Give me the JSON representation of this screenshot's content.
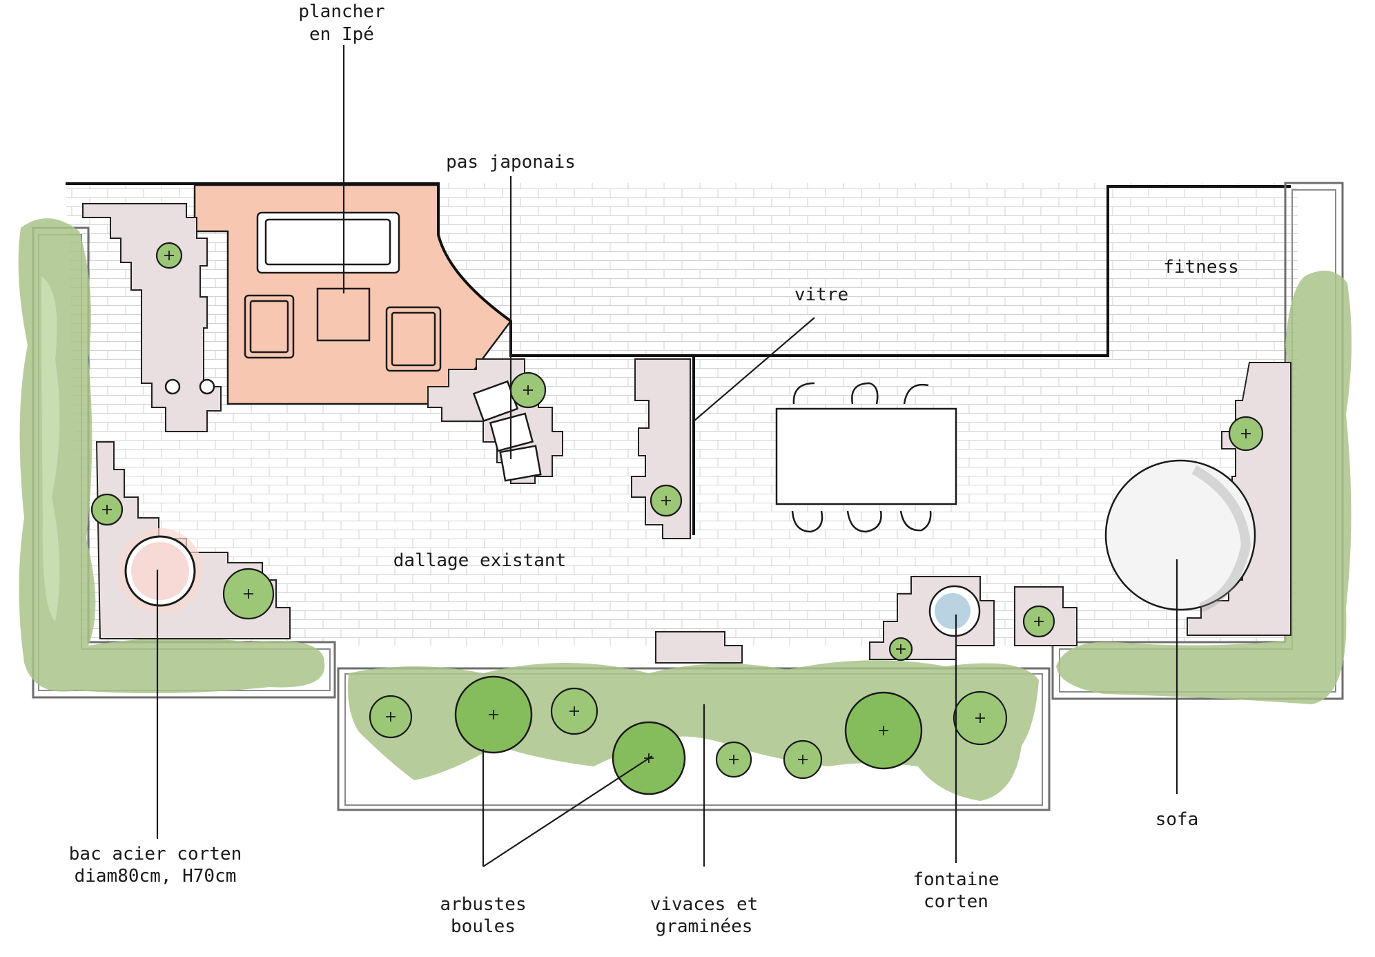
{
  "labels": {
    "plancher": "plancher\nen Ipé",
    "pas_japonais": "pas japonais",
    "vitre": "vitre",
    "fitness": "fitness",
    "dallage": "dallage existant",
    "bac": "bac acier corten\ndiam80cm, H70cm",
    "arbustes": "arbustes\nboules",
    "vivaces": "vivaces et\ngraminées",
    "fontaine": "fontaine\ncorten",
    "sofa": "sofa"
  },
  "colors": {
    "ipe_deck": "#f7c7b1",
    "hedge_green": "#a9c48a",
    "shrub_green": "#9cc777",
    "bed_pink": "#eadfe0",
    "fountain_blue": "#b9d3e3",
    "corten_red": "#e46a5a"
  }
}
